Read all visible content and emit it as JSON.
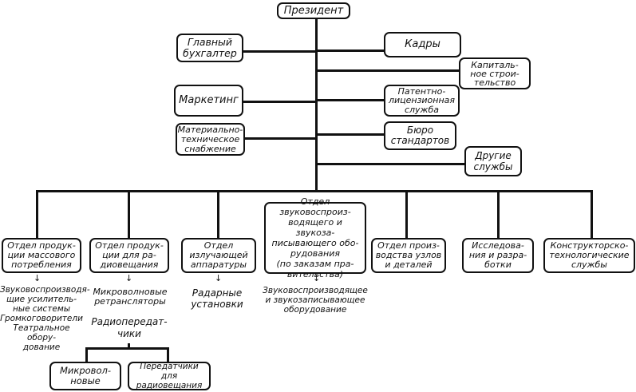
{
  "colors": {
    "ink": "#111111",
    "background": "#ffffff"
  },
  "nodes": {
    "president": "Президент",
    "chief_accountant": "Главный\nбухгалтер",
    "personnel": "Кадры",
    "capital_construction": "Капиталь-\nное строи-\nтельство",
    "marketing": "Маркетинг",
    "patent_license": "Патентно-\nлицензионная\nслужба",
    "material_supply": "Материально-\nтехническое\nснабжение",
    "standards_bureau": "Бюро\nстандартов",
    "other_services": "Другие\nслужбы",
    "dept_mass": "Отдел продук-\nции массового\nпотребления",
    "dept_radio": "Отдел продук-\nции для ра-\nдиовещания",
    "dept_emitting": "Отдел\nизлучающей\nаппаратуры",
    "dept_sound": "Отдел звуковоспроиз-\nводящего и звукоза-\nписывающего обо-\nрудования\n(по заказам пра-\nвительства)",
    "dept_units": "Отдел произ-\nводства узлов\nи деталей",
    "research": "Исследова-\nния и разра-\nботки",
    "design_services": "Конструкторско-\nтехнологические\nслужбы",
    "microwave": "Микровол-\nновые",
    "broadcast_transmitters": "Передатчики для\nрадиовещания"
  },
  "notes": {
    "mass_products": "Звуковоспроизводя-\nщие усилитель-\nные системы\nГромкоговорители\nТеатральное обору-\nдование",
    "radio_products": "Микроволновые\nретрансляторы",
    "radio_transmitters": "Радиопередат-\nчики",
    "radar": "Радарные\nустановки",
    "sound_products": "Звуковоспроизводящее\nи звукозаписывающее\nоборудование"
  }
}
